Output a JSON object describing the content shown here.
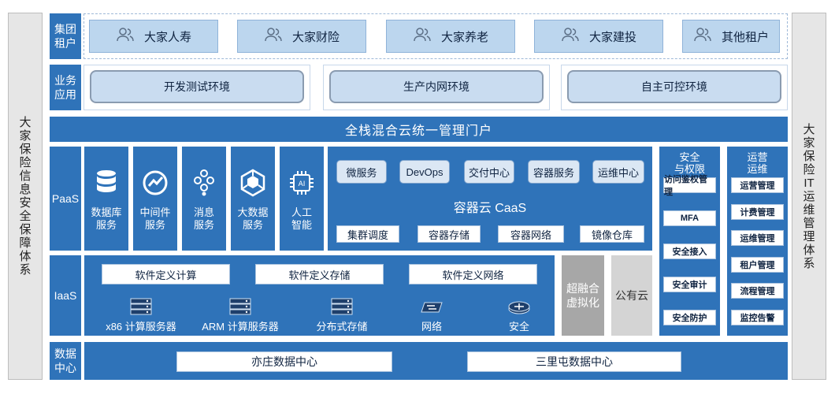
{
  "left_bar": "大家保险信息安全保障体系",
  "right_bar": "大家保险IT运维管理体系",
  "tenants": {
    "label": [
      "集团",
      "租户"
    ],
    "items": [
      "大家人寿",
      "大家财险",
      "大家养老",
      "大家建投",
      "其他租户"
    ]
  },
  "business": {
    "label": [
      "业务",
      "应用"
    ],
    "items": [
      "开发测试环境",
      "生产内网环境",
      "自主可控环境"
    ]
  },
  "portal": "全栈混合云统一管理门户",
  "paas": {
    "label": "PaaS",
    "modules": [
      {
        "icon": "database-icon",
        "lines": [
          "数据库",
          "服务"
        ]
      },
      {
        "icon": "middleware-icon",
        "lines": [
          "中间件",
          "服务"
        ]
      },
      {
        "icon": "message-icon",
        "lines": [
          "消息",
          "服务"
        ]
      },
      {
        "icon": "bigdata-icon",
        "lines": [
          "大数据",
          "服务"
        ]
      },
      {
        "icon": "ai-chip-icon",
        "lines": [
          "人工",
          "智能"
        ],
        "chip_text": "AI"
      }
    ],
    "caas": {
      "top": [
        "微服务",
        "DevOps",
        "交付中心",
        "容器服务",
        "运维中心"
      ],
      "title": "容器云 CaaS",
      "bottom": [
        "集群调度",
        "容器存储",
        "容器网络",
        "镜像仓库"
      ]
    }
  },
  "security": {
    "title": [
      "安全",
      "与权限"
    ],
    "items": [
      "访问鉴权管理",
      "MFA",
      "安全接入",
      "安全审计",
      "安全防护"
    ]
  },
  "ops": {
    "title": [
      "运营",
      "运维"
    ],
    "items": [
      "运营管理",
      "计费管理",
      "运维管理",
      "租户管理",
      "流程管理",
      "监控告警"
    ]
  },
  "iaas": {
    "label": "IaaS",
    "software": [
      "软件定义计算",
      "软件定义存储",
      "软件定义网络"
    ],
    "hardware": [
      {
        "icon": "server-icon",
        "label": "x86 计算服务器"
      },
      {
        "icon": "server-icon",
        "label": "ARM 计算服务器"
      },
      {
        "icon": "server-icon",
        "label": "分布式存储"
      },
      {
        "icon": "network-switch-icon",
        "label": "网络"
      },
      {
        "icon": "router-icon",
        "label": "安全"
      }
    ],
    "hci": [
      "超融合",
      "虚拟化"
    ],
    "public_cloud": "公有云"
  },
  "datacenter": {
    "label": [
      "数据",
      "中心"
    ],
    "items": [
      "亦庄数据中心",
      "三里屯数据中心"
    ]
  },
  "colors": {
    "primary": "#2f73b9",
    "light": "#bcd6ee",
    "grey": "#a7a7a7",
    "grey_light": "#d4d4d4"
  }
}
